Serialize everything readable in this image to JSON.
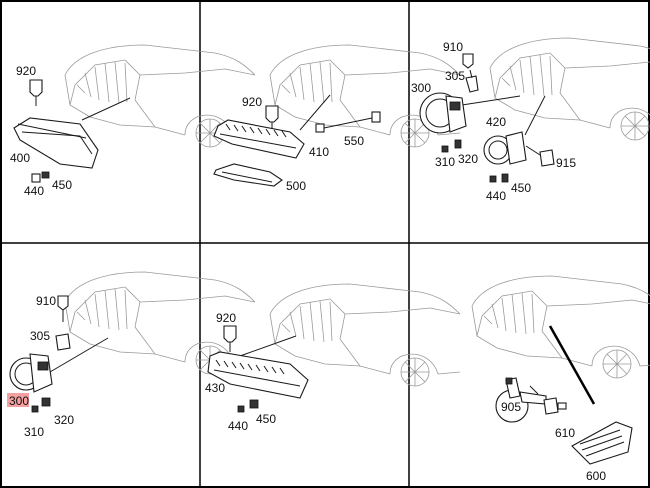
{
  "panels": [
    {
      "id": "front-headlamp-area",
      "labels": [
        "920",
        "400",
        "440",
        "450"
      ]
    },
    {
      "id": "third-brake-light",
      "labels": [
        "920",
        "410",
        "550",
        "500"
      ]
    },
    {
      "id": "fog-lamp-upper-right",
      "labels": [
        "910",
        "305",
        "300",
        "420",
        "310",
        "320",
        "915",
        "440",
        "450"
      ]
    },
    {
      "id": "fog-lamp-lower-left",
      "labels": [
        "910",
        "305",
        "300",
        "310",
        "320"
      ]
    },
    {
      "id": "daytime-running-lamp",
      "labels": [
        "920",
        "430",
        "440",
        "450"
      ]
    },
    {
      "id": "side-marker-lamp",
      "labels": [
        "905",
        "610",
        "600"
      ]
    }
  ],
  "highlight": {
    "label": "300",
    "color": "#f08080"
  }
}
